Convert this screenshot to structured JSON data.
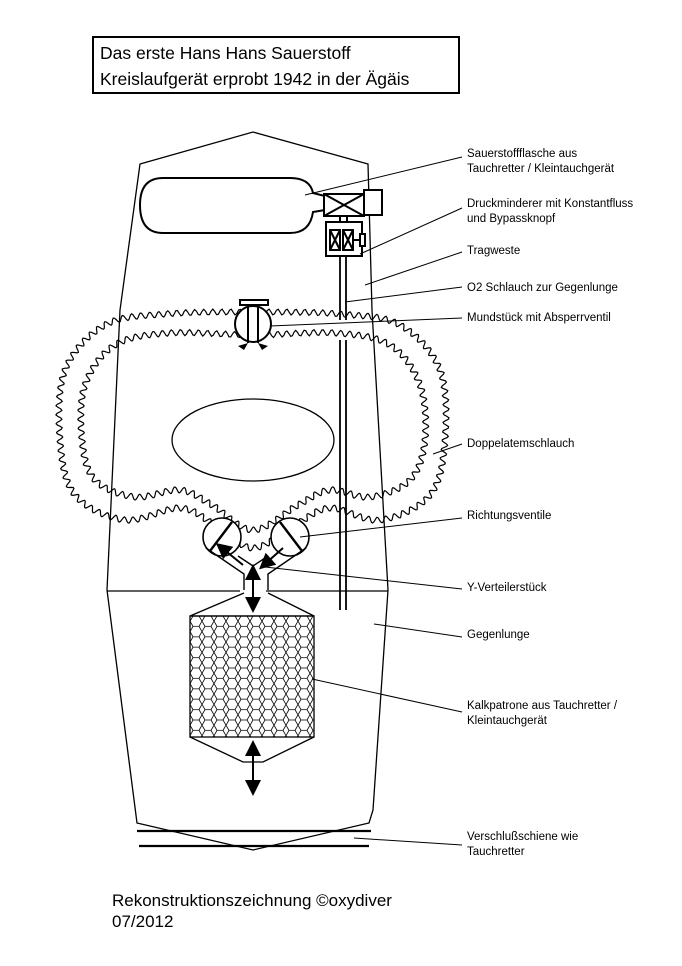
{
  "title": {
    "line1": "Das erste Hans Hans Sauerstoff",
    "line2": "Kreislaufgerät erprobt 1942 in der Ägäis"
  },
  "labels": [
    {
      "id": "sauerstoffflasche",
      "line1": "Sauerstoffflasche aus",
      "line2": "Tauchretter / Kleintauchgerät"
    },
    {
      "id": "druckminderer",
      "line1": "Druckminderer mit Konstantfluss",
      "line2": "und Bypassknopf"
    },
    {
      "id": "tragweste",
      "line1": "Tragweste"
    },
    {
      "id": "o2-schlauch",
      "line1": "O2 Schlauch zur Gegenlunge"
    },
    {
      "id": "mundstueck",
      "line1": "Mundstück mit Absperrventil"
    },
    {
      "id": "doppelatemschlauch",
      "line1": "Doppelatemschlauch"
    },
    {
      "id": "richtungsventile",
      "line1": "Richtungsventile"
    },
    {
      "id": "y-verteilerstueck",
      "line1": "Y-Verteilerstück"
    },
    {
      "id": "gegenlunge",
      "line1": "Gegenlunge"
    },
    {
      "id": "kalkpatrone",
      "line1": "Kalkpatrone aus Tauchretter /",
      "line2": "Kleintauchgerät"
    },
    {
      "id": "verschlussschiene",
      "line1": "Verschlußschiene wie",
      "line2": "Tauchretter"
    }
  ],
  "footer": {
    "credit": "Rekonstruktionszeichnung  ©oxydiver",
    "date": "07/2012"
  },
  "colors": {
    "ink": "#000000",
    "paper": "#ffffff"
  }
}
